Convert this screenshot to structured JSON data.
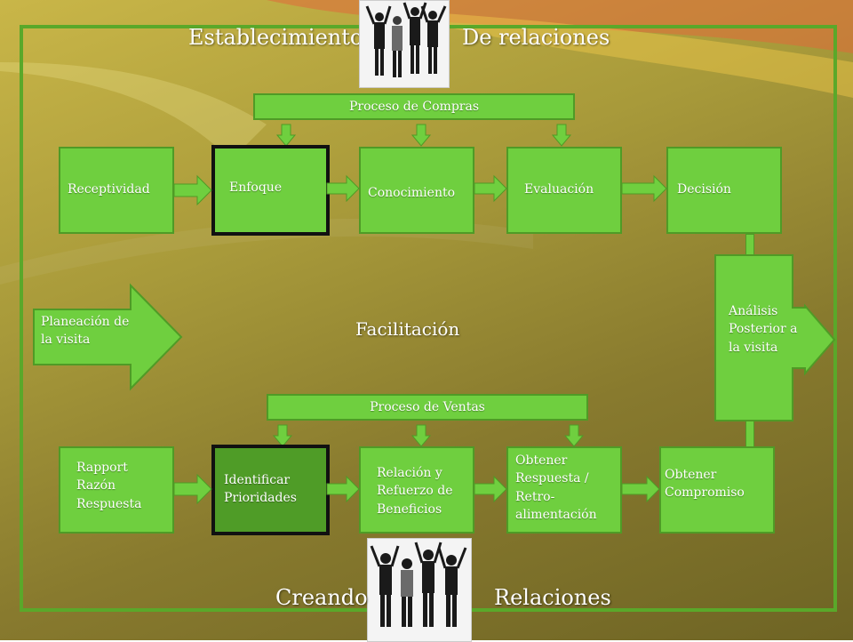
{
  "header": {
    "title_left": "Establecimiento",
    "title_right": "De relaciones"
  },
  "footer": {
    "title_left": "Creando",
    "title_right": "Relaciones"
  },
  "top_row": {
    "process_label": "Proceso de Compras",
    "boxes": [
      "Receptividad",
      "Enfoque",
      "Conocimiento",
      "Evaluación",
      "Decisión"
    ]
  },
  "middle": {
    "planning_label": "Planeación  de\nla visita",
    "center_label": "Facilitación",
    "analysis_label": "Análisis\nPosterior a\nla visita"
  },
  "bottom_row": {
    "process_label": "Proceso de Ventas",
    "boxes": [
      "Rapport\nRazón\nRespuesta",
      "Identificar\nPrioridades",
      "Relación y\nRefuerzo de\nBeneficios",
      "Obtener\nRespuesta /\nRetro-\nalimentación",
      "Obtener\nCompromiso"
    ]
  },
  "colors": {
    "box_green": "#6fcf3f",
    "box_border": "#4f9b26",
    "frame_green": "#5aa82a",
    "highlight_border": "#111111"
  },
  "icons": [
    "celebrating-people-photo",
    "right-arrow-icon",
    "down-arrow-icon"
  ]
}
